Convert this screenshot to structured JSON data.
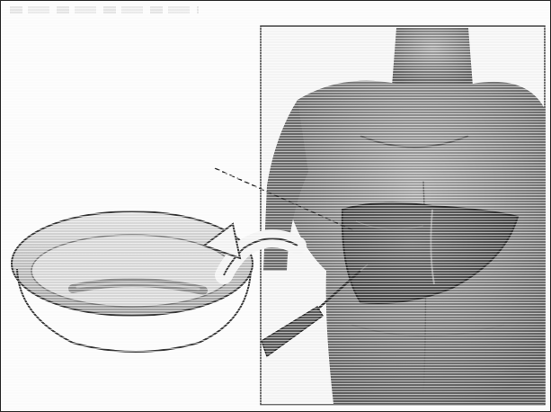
{
  "figure": {
    "colors": {
      "background": "#fbfbfb",
      "ink": "#3a3a3a",
      "skin": "#7c7c7c",
      "skin_shadow": "#5e5e5e",
      "organ": "#4a4a4a",
      "organ_highlight": "#8a8a8a",
      "dish_fill": "#cfcfcf",
      "dish_tissue": "#9a9a9a"
    },
    "parts": [
      "human-torso-illustration",
      "liver-organ",
      "biopsy-needle",
      "specimen-dish",
      "curved-transfer-arrow"
    ]
  }
}
